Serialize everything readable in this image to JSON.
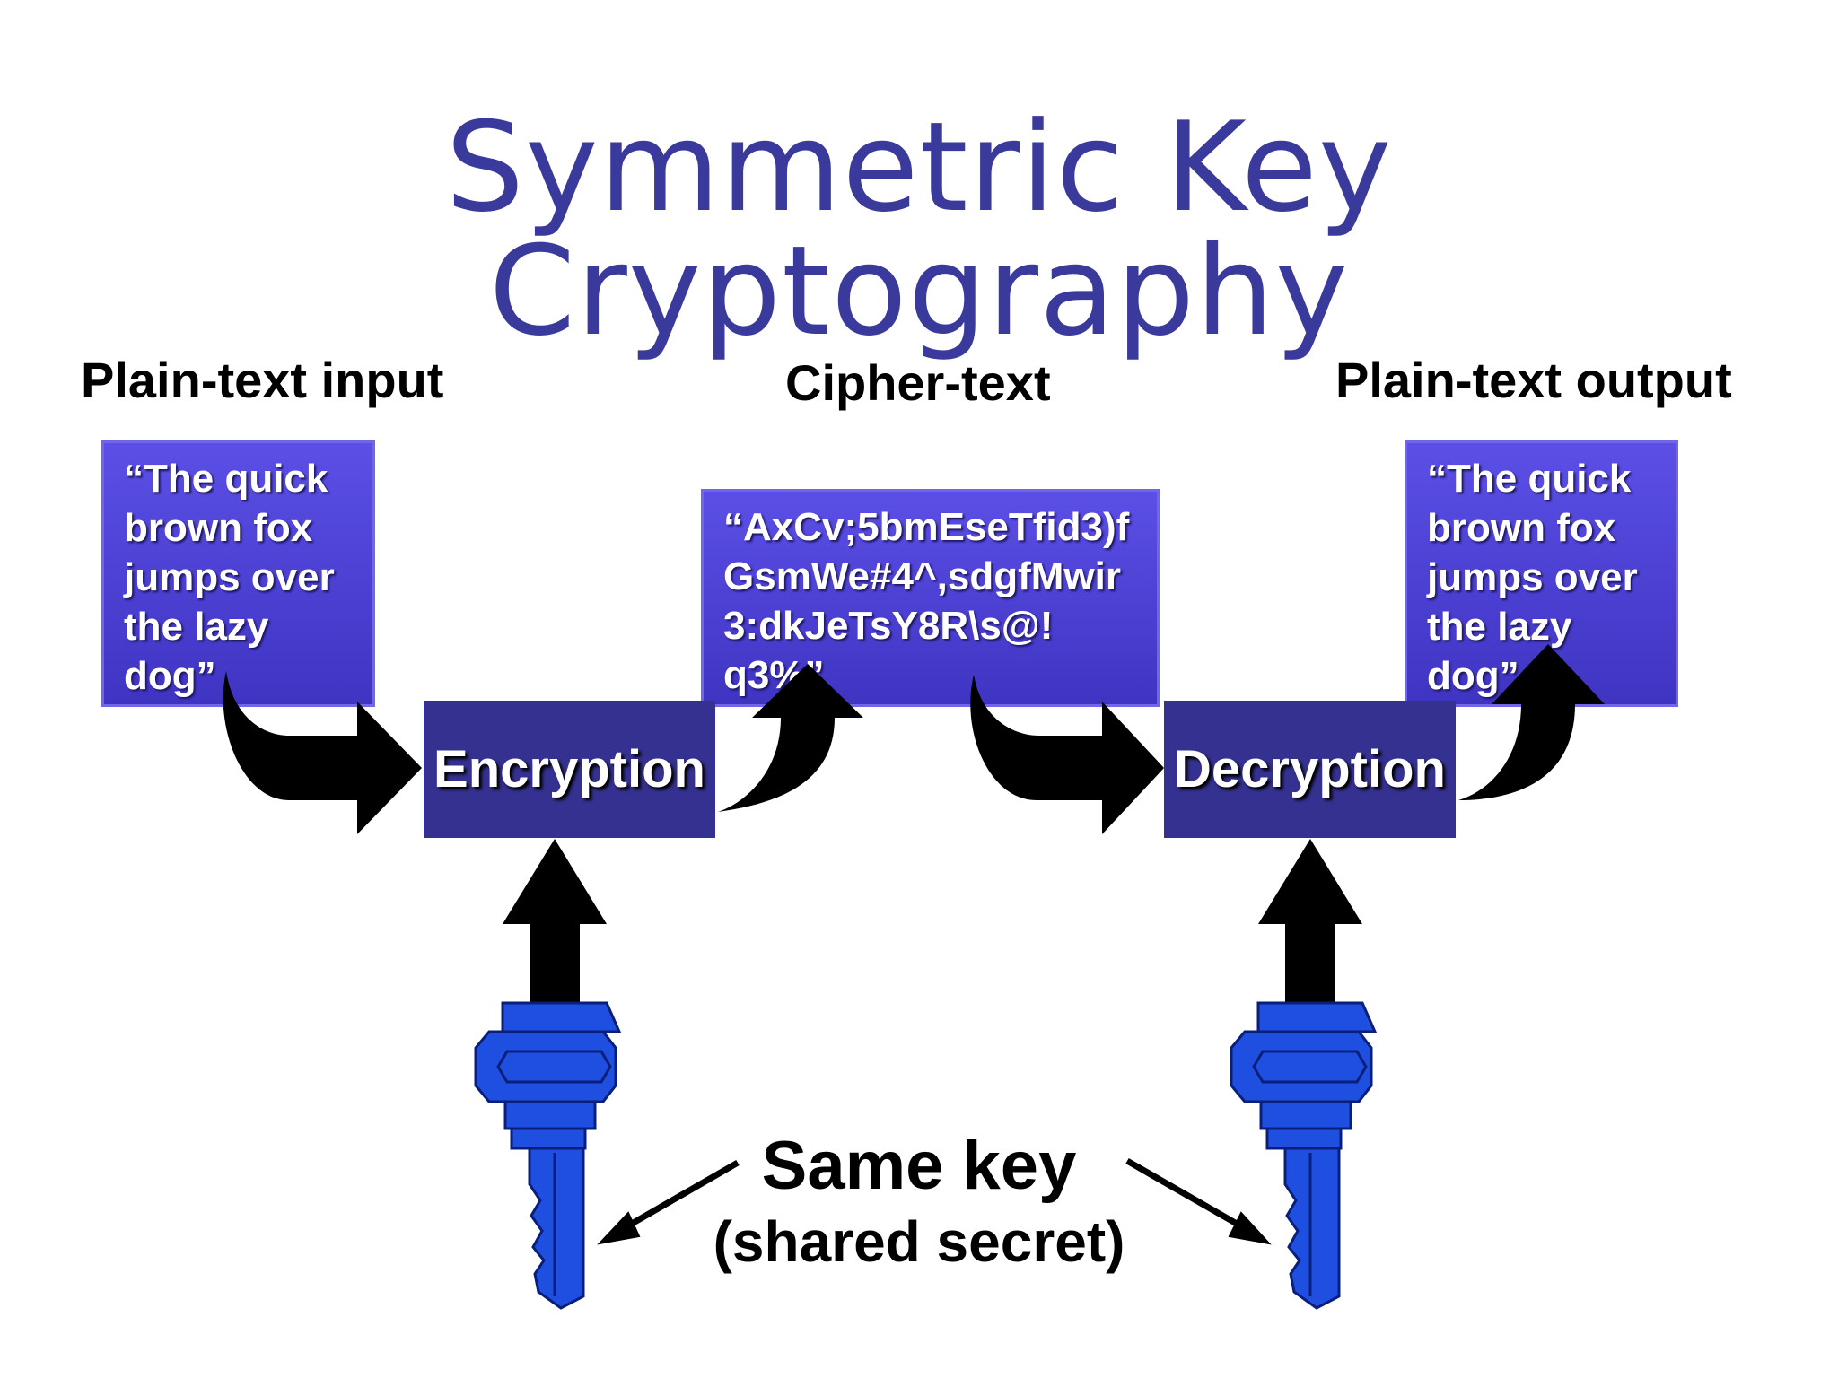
{
  "title": "Symmetric Key Cryptography",
  "labels": {
    "input": "Plain-text input",
    "cipher": "Cipher-text",
    "output": "Plain-text output"
  },
  "input_text": [
    "“The quick",
    "brown fox",
    "jumps over",
    "the lazy",
    "dog”"
  ],
  "cipher_text": [
    "“AxCv;5bmEseTfid3)f",
    "GsmWe#4^,sdgfMwir",
    "3:dkJeTsY8R\\s@!",
    "q3%”"
  ],
  "output_text": [
    "“The quick",
    "brown fox",
    "jumps over",
    "the lazy",
    "dog”"
  ],
  "operations": {
    "encrypt": "Encryption",
    "decrypt": "Decryption"
  },
  "key_caption": {
    "line1": "Same key",
    "line2": "(shared secret)"
  },
  "colors": {
    "title": "#3a3a9c",
    "box": "#4a40d8",
    "operation": "#343190",
    "key": "#1f4fe0"
  }
}
